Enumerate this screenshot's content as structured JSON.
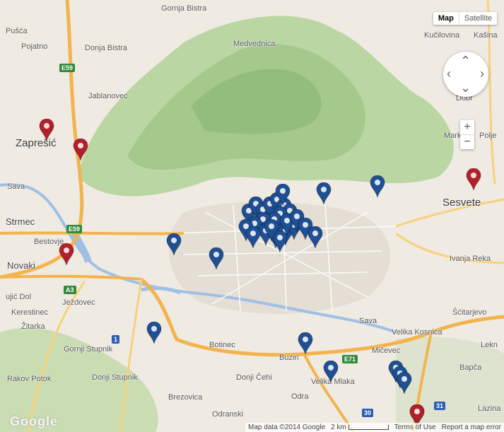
{
  "map_type": {
    "options": [
      "Map",
      "Satellite"
    ],
    "selected": "Map"
  },
  "controls": {
    "zoom_in": "+",
    "zoom_out": "−"
  },
  "places": [
    {
      "name": "Gornja Bistra",
      "cls": "",
      "id": "gornja-bistra"
    },
    {
      "name": "Pušća",
      "cls": "",
      "id": "pusca"
    },
    {
      "name": "Pojatno",
      "cls": "",
      "id": "pojatno"
    },
    {
      "name": "Donja Bistra",
      "cls": "",
      "id": "donja-bistra"
    },
    {
      "name": "Medvednica",
      "cls": "",
      "id": "medvednica"
    },
    {
      "name": "Kučilovina",
      "cls": "",
      "id": "kucilovina"
    },
    {
      "name": "Kašina",
      "cls": "",
      "id": "kasina"
    },
    {
      "name": "Jablanovec",
      "cls": "",
      "id": "jablanovec"
    },
    {
      "name": "Zaprešić",
      "cls": "big",
      "id": "zapresic"
    },
    {
      "name": "Dobr",
      "cls": "",
      "id": "dobr"
    },
    {
      "name": "Markuš",
      "cls": "",
      "id": "markus"
    },
    {
      "name": "Polje",
      "cls": "",
      "id": "polje"
    },
    {
      "name": "Sava",
      "cls": "",
      "id": "sava-w"
    },
    {
      "name": "Sesvete",
      "cls": "big",
      "id": "sesvete"
    },
    {
      "name": "Strmec",
      "cls": "mid",
      "id": "strmec"
    },
    {
      "name": "Bestovje",
      "cls": "",
      "id": "bestovje"
    },
    {
      "name": "Novaki",
      "cls": "mid",
      "id": "novaki"
    },
    {
      "name": "Ivanja Reka",
      "cls": "",
      "id": "ivanja-reka"
    },
    {
      "name": "ujić Dol",
      "cls": "",
      "id": "ujic-dol"
    },
    {
      "name": "Ježdovec",
      "cls": "",
      "id": "jezdovec"
    },
    {
      "name": "Kerestinec",
      "cls": "",
      "id": "kerestinec"
    },
    {
      "name": "Žitarka",
      "cls": "",
      "id": "zitarka"
    },
    {
      "name": "Sava",
      "cls": "",
      "id": "sava-e"
    },
    {
      "name": "Šćitarjevo",
      "cls": "",
      "id": "scitarjevo"
    },
    {
      "name": "Velika Kosnica",
      "cls": "",
      "id": "velika-kosnica"
    },
    {
      "name": "Lekn",
      "cls": "",
      "id": "lekn"
    },
    {
      "name": "Gornji Stupnik",
      "cls": "",
      "id": "gornji-stupnik"
    },
    {
      "name": "Botinec",
      "cls": "",
      "id": "botinec"
    },
    {
      "name": "Buzin",
      "cls": "",
      "id": "buzin"
    },
    {
      "name": "Mičevec",
      "cls": "",
      "id": "micevec"
    },
    {
      "name": "Bapča",
      "cls": "",
      "id": "bapca"
    },
    {
      "name": "Rakov Potok",
      "cls": "",
      "id": "rakov-potok"
    },
    {
      "name": "Donji Stupnik",
      "cls": "",
      "id": "donji-stupnik"
    },
    {
      "name": "Donji Čehi",
      "cls": "",
      "id": "donji-cehi"
    },
    {
      "name": "Velika Mlaka",
      "cls": "",
      "id": "velika-mlaka"
    },
    {
      "name": "Brezovica",
      "cls": "",
      "id": "brezovica"
    },
    {
      "name": "Odra",
      "cls": "",
      "id": "odra"
    },
    {
      "name": "Odranski",
      "cls": "",
      "id": "odranski"
    },
    {
      "name": "Lazina",
      "cls": "",
      "id": "lazina"
    }
  ],
  "shields": [
    {
      "label": "E59",
      "color": "green",
      "id": "e59-north"
    },
    {
      "label": "E59",
      "color": "green",
      "id": "e59-west"
    },
    {
      "label": "A3",
      "color": "green",
      "id": "a3"
    },
    {
      "label": "1",
      "color": "blue",
      "id": "road-1"
    },
    {
      "label": "E71",
      "color": "green",
      "id": "e71"
    },
    {
      "label": "30",
      "color": "blue",
      "id": "road-30"
    },
    {
      "label": "31",
      "color": "blue",
      "id": "road-31"
    }
  ],
  "marker_colors": {
    "red": "#b3202a",
    "blue": "#1f4f94"
  },
  "marker_counts": {
    "red": 6,
    "blue": 34
  },
  "footer": {
    "map_data": "Map data ©2014 Google",
    "scale": "2 km",
    "terms": "Terms of Use",
    "report": "Report a map error"
  },
  "logo": "Google"
}
